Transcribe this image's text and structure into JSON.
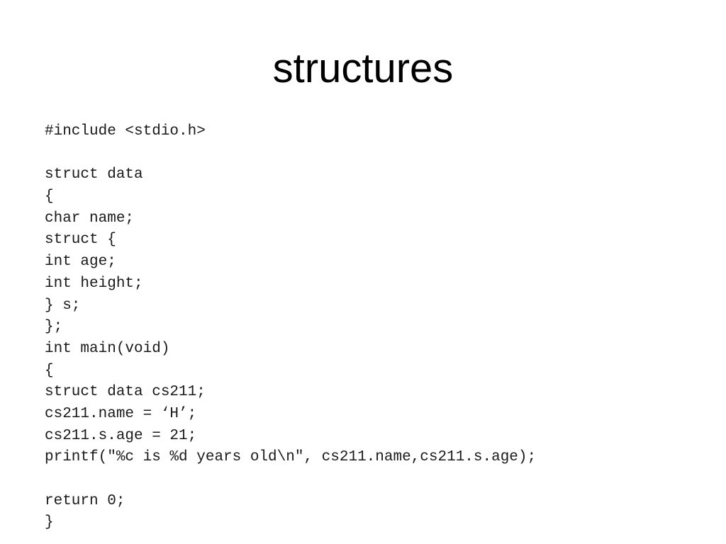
{
  "slide": {
    "title": "structures",
    "code_lines": [
      "#include <stdio.h>",
      "",
      "struct data",
      "{",
      "char name;",
      "struct {",
      "int age;",
      "int height;",
      "} s;",
      "};",
      "int main(void)",
      "{",
      "struct data cs211;",
      "cs211.name = ‘H’;",
      "cs211.s.age = 21;",
      "printf(\"%c is %d years old\\n\", cs211.name,cs211.s.age);",
      "",
      "return 0;",
      "}"
    ]
  }
}
